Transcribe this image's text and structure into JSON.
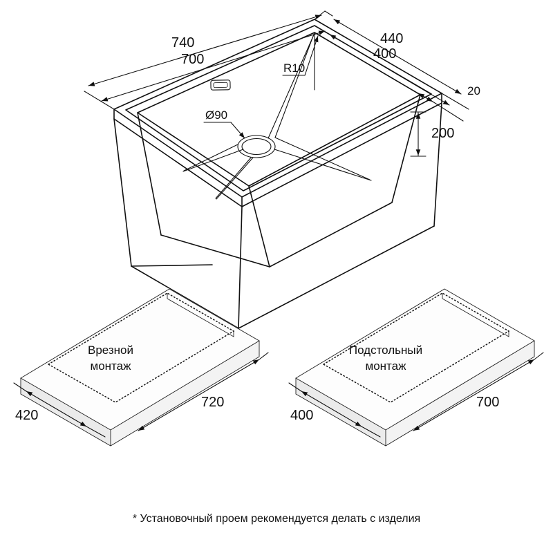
{
  "document": {
    "type": "technical-drawing",
    "subject": "kitchen-sink-dimensions",
    "background_color": "#ffffff",
    "line_color": "#111111"
  },
  "main_view": {
    "title": "isometric-sink-view",
    "dimensions": {
      "outer_length": "740",
      "inner_length": "700",
      "outer_width": "440",
      "inner_width": "400",
      "rim_thickness": "20",
      "depth": "200",
      "corner_radius": "R10",
      "drain_diameter": "Ø90"
    }
  },
  "mount_panels": [
    {
      "id": "drop-in",
      "label_line1": "Врезной",
      "label_line2": "монтаж",
      "width_dim": "420",
      "length_dim": "720"
    },
    {
      "id": "undermount",
      "label_line1": "Подстольный",
      "label_line2": "монтаж",
      "width_dim": "400",
      "length_dim": "700"
    }
  ],
  "footnote": {
    "text": "* Установочный проем рекомендуется делать с изделия"
  }
}
